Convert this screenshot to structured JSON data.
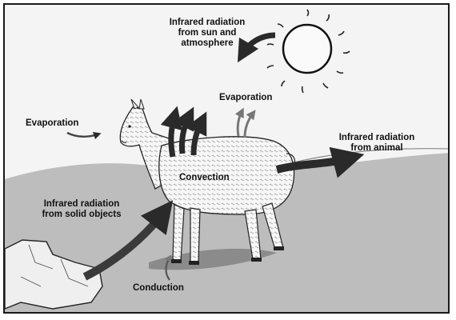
{
  "labels": {
    "infrared_sun": [
      "Infrared radiation",
      "from sun and",
      "atmosphere"
    ],
    "evaporation_left": "Evaporation",
    "evaporation_top": "Evaporation",
    "infrared_animal": [
      "Infrared radiation",
      "from animal"
    ],
    "convection": "Convection",
    "infrared_solid": [
      "Infrared radiation",
      "from solid objects"
    ],
    "conduction": "Conduction"
  },
  "icons": {
    "sun": "sun-icon",
    "animal": "alpaca-figure",
    "rock": "rock-icon"
  },
  "colors": {
    "sky": "#f4f4f4",
    "ground": "#bdbdbd",
    "arrow": "#2a2a2a",
    "arrow_light": "#8a8a8a",
    "text": "#111111"
  }
}
